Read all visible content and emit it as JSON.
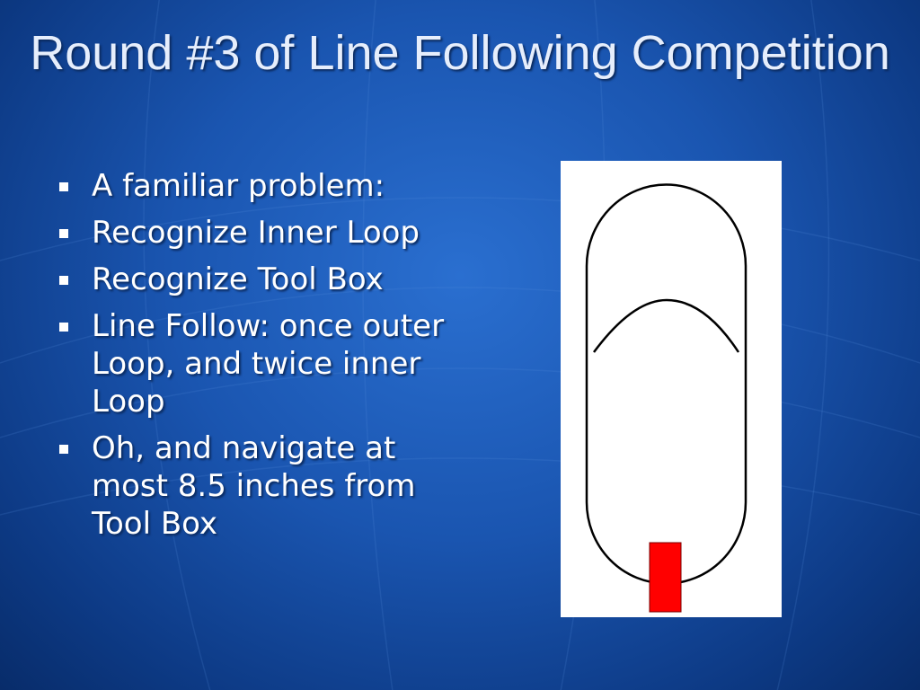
{
  "slide": {
    "title": "Round #3 of Line Following Competition",
    "bullets": [
      "A familiar problem:",
      "Recognize Inner Loop",
      "Recognize Tool Box",
      "Line Follow: once outer Loop, and twice inner Loop",
      "Oh, and navigate at most 8.5 inches from Tool Box"
    ]
  },
  "colors": {
    "background": "#1a55b0",
    "title_text": "#e6eefc",
    "body_text": "#ffffff",
    "track_line": "#000000",
    "tool_box": "#ff0000"
  }
}
